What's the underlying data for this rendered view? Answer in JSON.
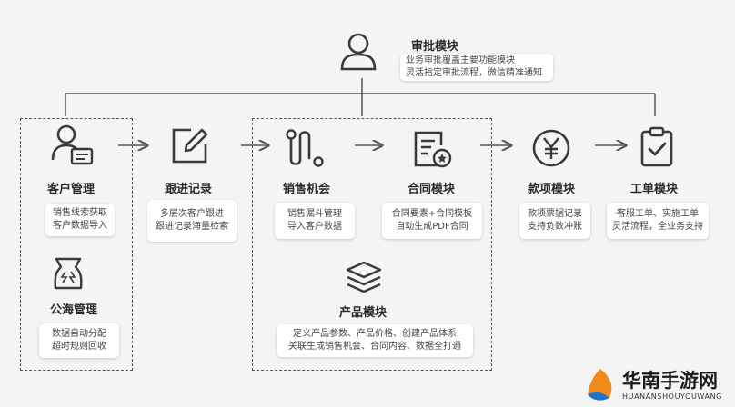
{
  "approval": {
    "title": "审批模块",
    "lines": [
      "业务审批覆盖主要功能模块",
      "灵活指定审批流程，微信精准通知"
    ]
  },
  "modules": {
    "customer": {
      "title": "客户管理",
      "lines": [
        "销售线索获取",
        "客户数据导入"
      ]
    },
    "followup": {
      "title": "跟进记录",
      "lines": [
        "多层次客户跟进",
        "跟进记录海量检索"
      ]
    },
    "opportunity": {
      "title": "销售机会",
      "lines": [
        "销售漏斗管理",
        "导入客户数据"
      ]
    },
    "contract": {
      "title": "合同模块",
      "lines": [
        "合同要素+合同模板",
        "自动生成PDF合同"
      ]
    },
    "payment": {
      "title": "款项模块",
      "lines": [
        "款项票据记录",
        "支持负数冲账"
      ]
    },
    "workorder": {
      "title": "工单模块",
      "lines": [
        "客服工单、实施工单",
        "灵活流程，全业务支持"
      ]
    },
    "pool": {
      "title": "公海管理",
      "lines": [
        "数据自动分配",
        "超时规则回收"
      ]
    },
    "product": {
      "title": "产品模块",
      "lines": [
        "定义产品参数、产品价格、创建产品体系",
        "关联生成销售机会、合同内容、数据全打通"
      ]
    }
  },
  "watermark": {
    "name": "华南手游网",
    "sub": "HUANANSHOUYOUWANG"
  },
  "colors": {
    "line": "#555555",
    "icon": "#3a3a3a",
    "background": "#f4f4f4",
    "watermark_orange": "#f08a1c",
    "watermark_blue": "#1e73c8"
  }
}
